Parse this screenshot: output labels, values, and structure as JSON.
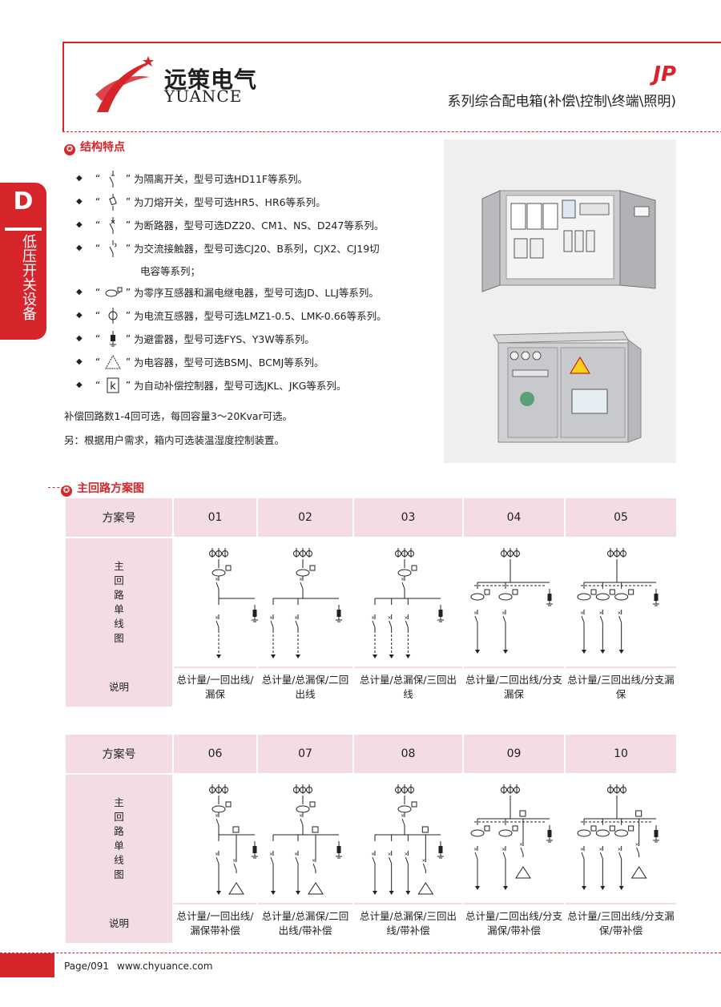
{
  "header": {
    "brand_cn": "远策电气",
    "brand_en": "YUANCE",
    "series": "JP",
    "subtitle": "系列综合配电箱(补偿\\控制\\终端\\照明)"
  },
  "sidebar": {
    "letter": "D",
    "text": "低压开关设备"
  },
  "features_section": {
    "title": "结构特点",
    "items": [
      {
        "sym": "isolator",
        "text": "为隔离开关，型号可选HD11F等系列。"
      },
      {
        "sym": "fuse-switch",
        "text": "为刀熔开关，型号可选HR5、HR6等系列。"
      },
      {
        "sym": "breaker",
        "text": "为断路器，型号可选DZ20、CM1、NS、D247等系列。"
      },
      {
        "sym": "contactor",
        "text": "为交流接触器，型号可选CJ20、B系列，CJX2、CJ19切"
      },
      {
        "sym": "none",
        "text": "电容等系列；"
      },
      {
        "sym": "zero-ct",
        "text": "为零序互感器和漏电继电器，型号可选JD、LLJ等系列。"
      },
      {
        "sym": "ct",
        "text": "为电流互感器，型号可选LMZ1-0.5、LMK-0.66等系列。"
      },
      {
        "sym": "arrester",
        "text": "为避雷器，型号可选FYS、Y3W等系列。"
      },
      {
        "sym": "capacitor",
        "text": "为电容器，型号可选BSMJ、BCMJ等系列。"
      },
      {
        "sym": "controller",
        "text": "为自动补偿控制器，型号可选JKL、JKG等系列。"
      }
    ],
    "note1": "补偿回路数1-4回可选，每回容量3～20Kvar可选。",
    "note2": "另：根据用户需求，箱内可选装温湿度控制装置。"
  },
  "circuit_section": {
    "title": "主回路方案图"
  },
  "table_labels": {
    "scheme": "方案号",
    "diagram": "主回路单线图",
    "desc": "说明"
  },
  "tables": [
    {
      "schemes": [
        {
          "no": "01",
          "desc": "总计量/一回出线/漏保"
        },
        {
          "no": "02",
          "desc": "总计量/总漏保/二回出线"
        },
        {
          "no": "03",
          "desc": "总计量/总漏保/三回出线"
        },
        {
          "no": "04",
          "desc": "总计量/二回出线/分支漏保"
        },
        {
          "no": "05",
          "desc": "总计量/三回出线/分支漏保"
        }
      ]
    },
    {
      "schemes": [
        {
          "no": "06",
          "desc": "总计量/一回出线/漏保带补偿"
        },
        {
          "no": "07",
          "desc": "总计量/总漏保/二回出线/带补偿"
        },
        {
          "no": "08",
          "desc": "总计量/总漏保/三回出线/带补偿"
        },
        {
          "no": "09",
          "desc": "总计量/二回出线/分支漏保/带补偿"
        },
        {
          "no": "10",
          "desc": "总计量/三回出线/分支漏保/带补偿"
        }
      ]
    }
  ],
  "footer": {
    "page": "Page/091",
    "website": "www.chyuance.com"
  },
  "colors": {
    "accent": "#d6252b",
    "table_header": "#f3dce6"
  }
}
